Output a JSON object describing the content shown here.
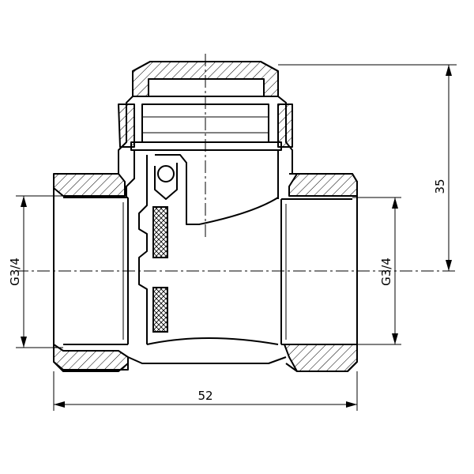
{
  "dimensions": {
    "overall_length": "52",
    "height_to_axis": "35",
    "thread_left": "G3/4",
    "thread_right": "G3/4"
  }
}
